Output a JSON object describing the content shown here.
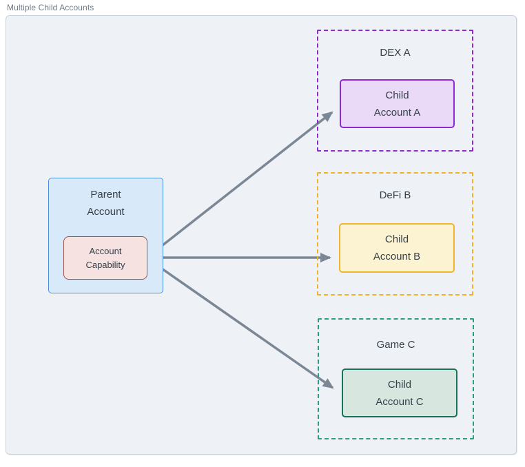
{
  "title": "Multiple Child Accounts",
  "parent": {
    "label": [
      "Parent",
      "Account"
    ],
    "capability": [
      "Account",
      "Capability"
    ]
  },
  "groups": [
    {
      "title": "DEX A",
      "child": [
        "Child",
        "Account A"
      ],
      "dash_color": "#8f27d3",
      "node_border": "#8f27d3",
      "node_fill": "#ead9f7"
    },
    {
      "title": "DeFi B",
      "child": [
        "Child",
        "Account B"
      ],
      "dash_color": "#f2b21d",
      "node_border": "#f0b429",
      "node_fill": "#fcf3d3"
    },
    {
      "title": "Game C",
      "child": [
        "Child",
        "Account C"
      ],
      "dash_color": "#2a9d7f",
      "node_border": "#15735a",
      "node_fill": "#d7e7df"
    }
  ],
  "arrows": {
    "color": "#7b8794",
    "edges": [
      {
        "from": "Account Capability",
        "to": "Child Account A"
      },
      {
        "from": "Account Capability",
        "to": "Child Account B"
      },
      {
        "from": "Account Capability",
        "to": "Child Account C"
      }
    ]
  },
  "colors": {
    "page_bg": "#ffffff",
    "container_bg": "#eef1f5",
    "container_border": "#c9d2dc",
    "parent_fill": "#d8e9f9",
    "parent_border": "#4a90e2",
    "capability_fill": "#f6e2e1",
    "capability_border": "#a0524f",
    "text": "#36404a",
    "title_text": "#6e7a87"
  }
}
